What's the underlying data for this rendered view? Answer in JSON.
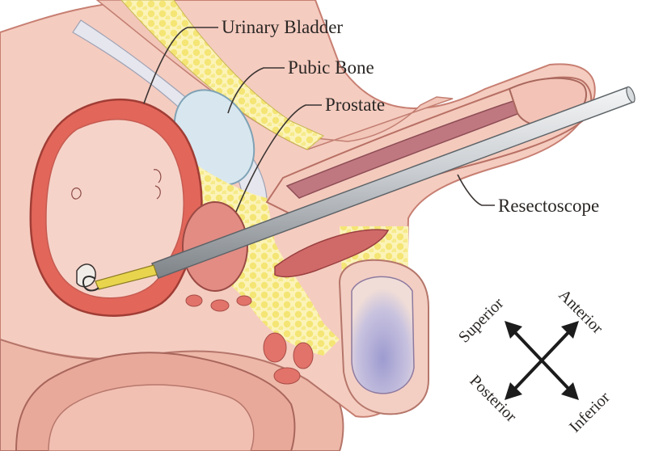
{
  "labels": {
    "urinary_bladder": "Urinary Bladder",
    "pubic_bone": "Pubic Bone",
    "prostate": "Prostate",
    "resectoscope": "Resectoscope"
  },
  "orientation": {
    "superior": "Superior",
    "anterior": "Anterior",
    "posterior": "Posterior",
    "inferior": "Inferior"
  },
  "colors": {
    "bladder_wall": "#e06a5e",
    "bladder_lumen": "#f7d7cf",
    "skin": "#f2c3b6",
    "fat": "#f7ee9a",
    "bone": "#d6e6ee",
    "muscle": "#b86a74",
    "testis": "#b7b6d8",
    "scope": "#b8bcc0",
    "scope_tip": "#e7d34a"
  }
}
